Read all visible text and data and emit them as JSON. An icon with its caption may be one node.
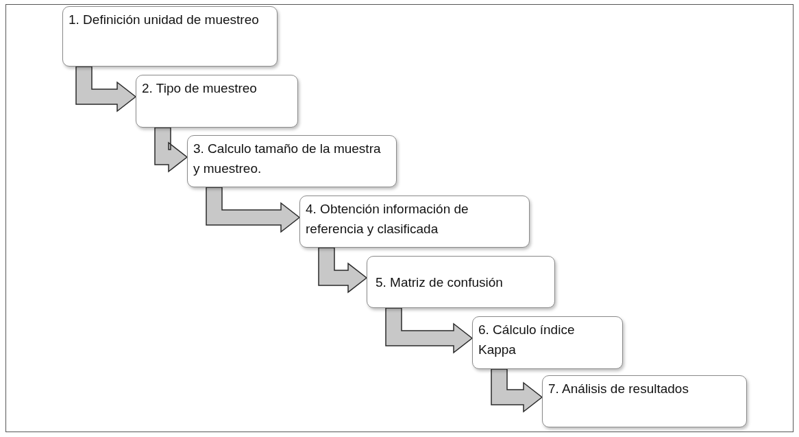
{
  "diagram": {
    "nodes": [
      {
        "text": [
          "1. Definición unidad de muestreo"
        ]
      },
      {
        "text": [
          "2. Tipo de muestreo"
        ]
      },
      {
        "text": [
          "3. Calculo tamaño de la muestra y muestreo."
        ]
      },
      {
        "text": [
          "4. Obtención información de referencia y clasificada"
        ]
      },
      {
        "text": [
          "5. Matriz de confusión"
        ]
      },
      {
        "text": [
          "6. Cálculo índice Kappa"
        ]
      },
      {
        "text": [
          "7. Análisis de resultados"
        ]
      }
    ],
    "edges": [
      {
        "from": 0,
        "to": 1,
        "arrow": "to"
      },
      {
        "from": 1,
        "to": 2,
        "arrow": "to"
      },
      {
        "from": 2,
        "to": 3,
        "arrow": "to"
      },
      {
        "from": 3,
        "to": 4,
        "arrow": "to"
      },
      {
        "from": 4,
        "to": 5,
        "arrow": "to"
      },
      {
        "from": 5,
        "to": 6,
        "arrow": "to"
      }
    ]
  }
}
